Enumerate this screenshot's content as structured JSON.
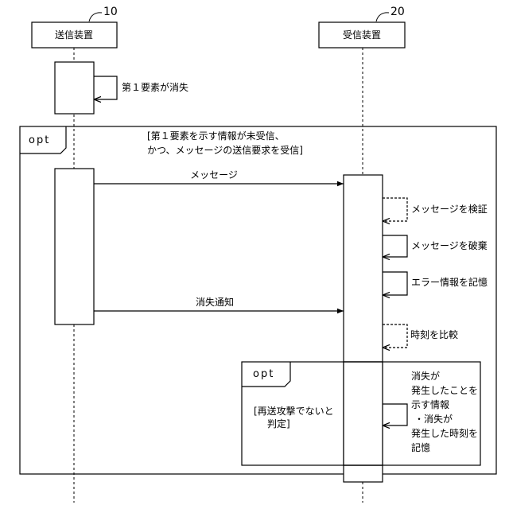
{
  "participants": [
    {
      "name": "送信装置",
      "ref": "10"
    },
    {
      "name": "受信装置",
      "ref": "20"
    }
  ],
  "fragments": {
    "outer": {
      "tag": "opt",
      "guard_line1": "[第１要素を示す情報が未受信、",
      "guard_line2": "かつ、メッセージの送信要求を受信]"
    },
    "inner": {
      "tag": "opt",
      "guard_line1": "[再送攻撃でないと",
      "guard_line2": "判定]"
    }
  },
  "messages": {
    "sender_self": "第１要素が消失",
    "msg1": "メッセージ",
    "msg2": "消失通知",
    "verify": "メッセージを検証",
    "discard": "メッセージを破棄",
    "record": "エラー情報を記憶",
    "compare": "時刻を比較",
    "store": [
      "消失が",
      "発生したことを",
      "示す情報",
      "・消失が",
      "発生した時刻を",
      "記憶"
    ]
  }
}
